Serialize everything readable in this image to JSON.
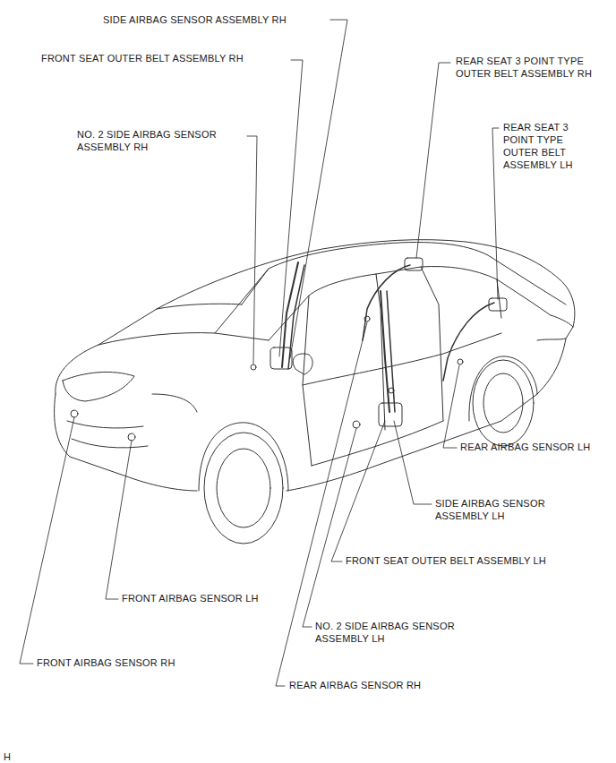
{
  "diagram": {
    "labels": [
      "SIDE AIRBAG SENSOR ASSEMBLY RH",
      "FRONT SEAT OUTER BELT ASSEMBLY RH",
      "NO. 2 SIDE AIRBAG SENSOR ASSEMBLY RH",
      "REAR SEAT 3 POINT TYPE OUTER BELT ASSEMBLY RH",
      "REAR SEAT 3 POINT TYPE OUTER BELT ASSEMBLY LH",
      "REAR AIRBAG SENSOR LH",
      "SIDE AIRBAG SENSOR ASSEMBLY LH",
      "FRONT SEAT OUTER BELT ASSEMBLY LH",
      "FRONT AIRBAG SENSOR LH",
      "NO. 2 SIDE AIRBAG SENSOR ASSEMBLY LH",
      "FRONT AIRBAG SENSOR RH",
      "REAR AIRBAG SENSOR RH",
      "H"
    ]
  }
}
